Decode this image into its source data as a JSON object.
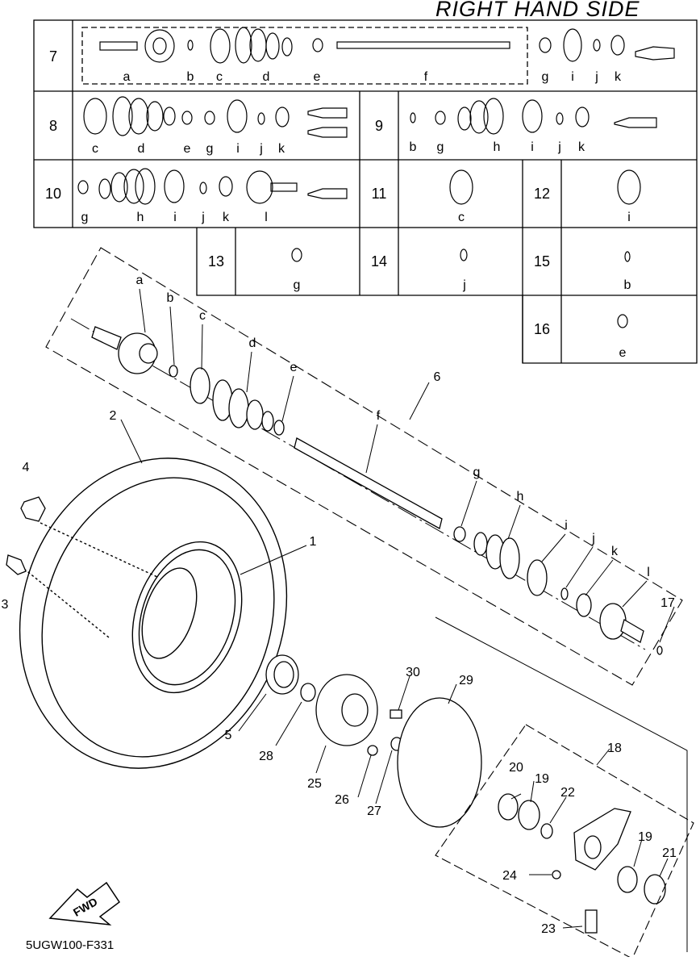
{
  "title": "RIGHT HAND SIDE",
  "catalog_code": "5UGW100-F331",
  "fwd_label": "FWD",
  "kits": [
    {
      "row": "7",
      "letters": [
        "a",
        "b",
        "c",
        "d",
        "e",
        "f",
        "g",
        "i",
        "j",
        "k"
      ]
    },
    {
      "row": "8",
      "letters": [
        "c",
        "d",
        "e",
        "g",
        "i",
        "j",
        "k"
      ]
    },
    {
      "row": "9",
      "letters": [
        "b",
        "g",
        "h",
        "i",
        "j",
        "k"
      ]
    },
    {
      "row": "10",
      "letters": [
        "g",
        "h",
        "i",
        "j",
        "k",
        "l"
      ]
    },
    {
      "row": "11",
      "letters": [
        "c"
      ]
    },
    {
      "row": "12",
      "letters": [
        "i"
      ]
    },
    {
      "row": "13",
      "letters": [
        "g"
      ]
    },
    {
      "row": "14",
      "letters": [
        "j"
      ]
    },
    {
      "row": "15",
      "letters": [
        "b"
      ]
    },
    {
      "row": "16",
      "letters": [
        "e"
      ]
    }
  ],
  "shaft_letters": [
    "a",
    "b",
    "c",
    "d",
    "e",
    "f",
    "g",
    "h",
    "i",
    "j",
    "k",
    "l"
  ],
  "shaft_assembly_number": "6",
  "part_numbers": [
    "1",
    "2",
    "3",
    "4",
    "5",
    "17",
    "18",
    "19",
    "19",
    "20",
    "21",
    "22",
    "23",
    "24",
    "25",
    "26",
    "27",
    "28",
    "29",
    "30"
  ]
}
